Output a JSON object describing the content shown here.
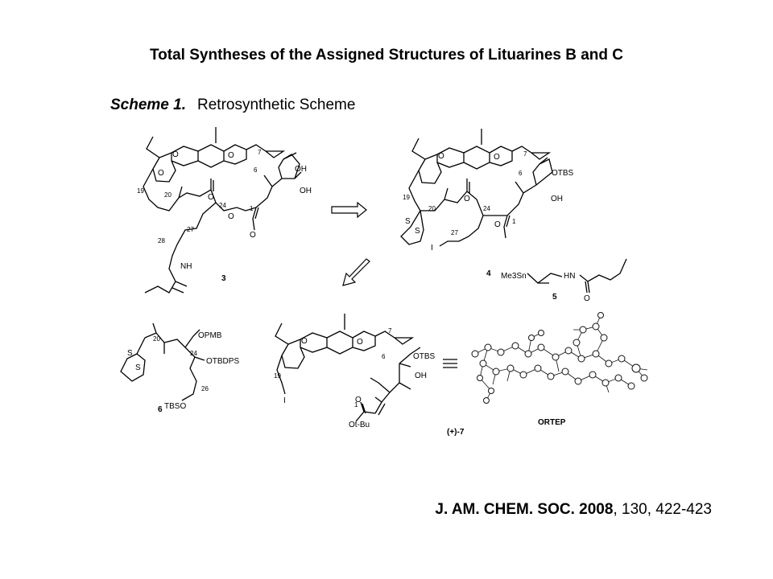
{
  "title": "Total Syntheses of the Assigned Structures of Lituarines B and C",
  "scheme": {
    "label": "Scheme 1.",
    "caption": "Retrosynthetic Scheme"
  },
  "compounds": {
    "c3": {
      "number": "3",
      "labels": [
        "O",
        "O",
        "OH",
        "OH",
        "O",
        "O",
        "O",
        "O",
        "NH"
      ],
      "locants": [
        "7",
        "6",
        "19",
        "20",
        "24",
        "1",
        "27",
        "28"
      ]
    },
    "c4": {
      "number": "4",
      "labels": [
        "O",
        "O",
        "OTBS",
        "OH",
        "S",
        "S",
        "O",
        "O",
        "I"
      ],
      "locants": [
        "7",
        "6",
        "19",
        "20",
        "24",
        "1",
        "27"
      ]
    },
    "c5": {
      "number": "5",
      "labels": [
        "Me3Sn",
        "HN",
        "O"
      ]
    },
    "c6": {
      "number": "6",
      "labels": [
        "S",
        "S",
        "OPMB",
        "OTBDPS",
        "TBSO"
      ],
      "locants": [
        "20",
        "24",
        "26"
      ]
    },
    "c7": {
      "number": "(+)-7",
      "labels": [
        "O",
        "O",
        "OTBS",
        "OH",
        "I",
        "O",
        "Ot-Bu"
      ],
      "locants": [
        "7",
        "6",
        "19",
        "1"
      ]
    },
    "ortep": {
      "label": "ORTEP"
    }
  },
  "citation": {
    "journal": "J. AM. CHEM. SOC.",
    "year": "2008",
    "rest": ", 130, 422-423"
  }
}
